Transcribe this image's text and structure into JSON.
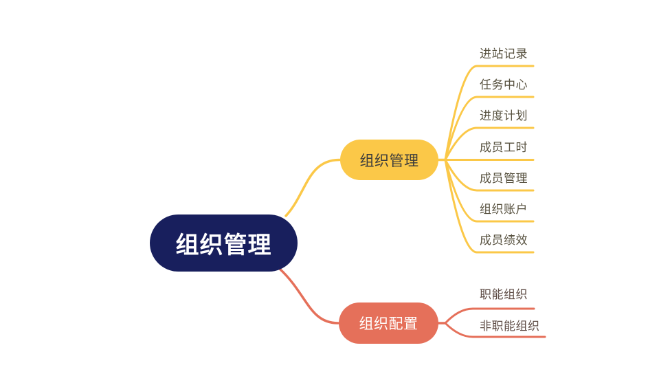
{
  "mindmap": {
    "type": "mindmap",
    "root": {
      "label": "组织管理",
      "color": "#181F5D",
      "text_color": "#ffffff"
    },
    "branches": [
      {
        "label": "组织管理",
        "color": "#FBC848",
        "text_color": "#3C3C3C",
        "children": [
          "进站记录",
          "任务中心",
          "进度计划",
          "成员工时",
          "成员管理",
          "组织账户",
          "成员绩效"
        ]
      },
      {
        "label": "组织配置",
        "color": "#E5705A",
        "text_color": "#ffffff",
        "children": [
          "职能组织",
          "非职能组织"
        ]
      }
    ]
  },
  "colors": {
    "background": "#ffffff",
    "branch_yellow": "#FBC848",
    "branch_salmon": "#E5705A",
    "root_navy": "#181F5D",
    "leaf_text_yellow_branch": "#56503E",
    "leaf_text_salmon_branch": "#5D4B44"
  }
}
